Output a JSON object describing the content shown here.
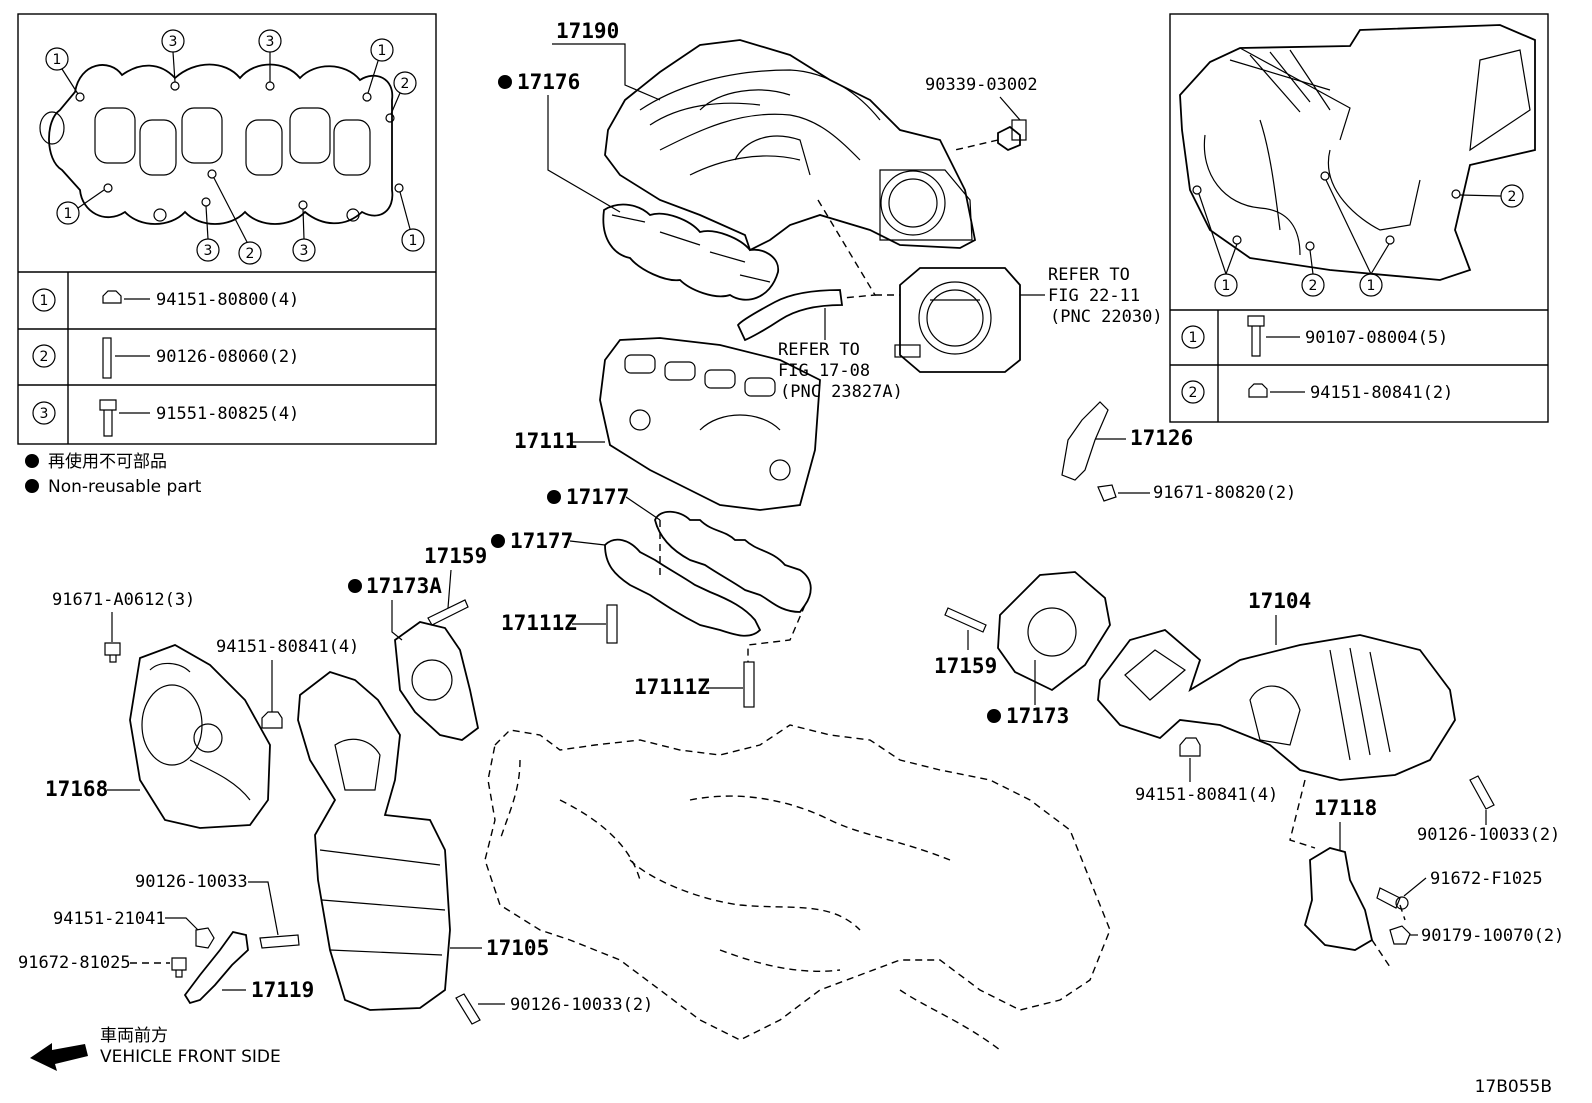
{
  "inset_left": {
    "legend": [
      {
        "key": "1",
        "part": "94151-80800(4)"
      },
      {
        "key": "2",
        "part": "90126-08060(2)"
      },
      {
        "key": "3",
        "part": "91551-80825(4)"
      }
    ]
  },
  "inset_right": {
    "legend": [
      {
        "key": "1",
        "part": "90107-08004(5)"
      },
      {
        "key": "2",
        "part": "94151-80841(2)"
      }
    ]
  },
  "notes": {
    "nonreusable_jp": "再使用不可部品",
    "nonreusable_en": "Non-reusable part",
    "front_jp": "車両前方",
    "front_en": "VEHICLE FRONT SIDE",
    "figure_id": "17B055B"
  },
  "refs": {
    "ref1_a": "REFER TO",
    "ref1_b": "FIG 22-11",
    "ref1_c": "(PNC 22030)",
    "ref2_a": "REFER TO",
    "ref2_b": "FIG 17-08",
    "ref2_c": "(PNC 23827A)"
  },
  "callouts": {
    "c17190": "17190",
    "c17176": "17176",
    "c90339": "90339-03002",
    "c17111": "17111",
    "c17126": "17126",
    "c91671_80820": "91671-80820(2)",
    "c17177a": "17177",
    "c17177b": "17177",
    "c17159a": "17159",
    "c17173a": "17173A",
    "c17111z_a": "17111Z",
    "c17111z_b": "17111Z",
    "c91671_a0612": "91671-A0612(3)",
    "c94151_80841_4a": "94151-80841(4)",
    "c17168": "17168",
    "c90126_10033": "90126-10033",
    "c94151_21041": "94151-21041",
    "c91672_81025": "91672-81025",
    "c17119": "17119",
    "c17105": "17105",
    "c90126_10033_2a": "90126-10033(2)",
    "c17159b": "17159",
    "c17173": "17173",
    "c17104": "17104",
    "c94151_80841_4b": "94151-80841(4)",
    "c17118": "17118",
    "c90126_10033_2b": "90126-10033(2)",
    "c91672_f1025": "91672-F1025",
    "c90179_10070": "90179-10070(2)"
  }
}
